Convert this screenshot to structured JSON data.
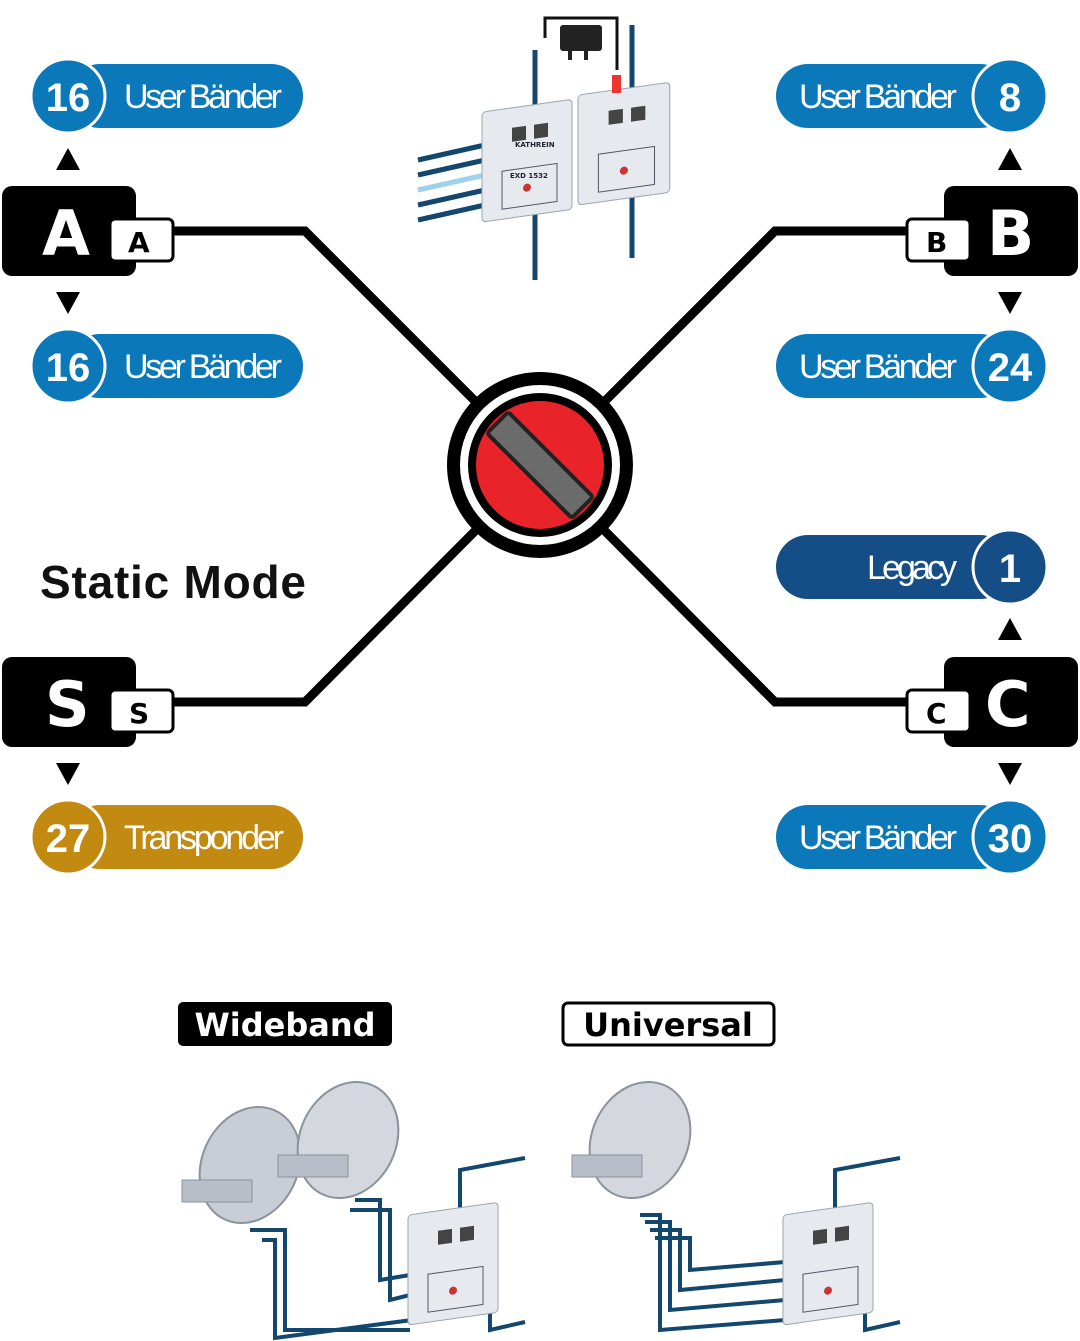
{
  "colors": {
    "blue": "#0b79b9",
    "dark_blue": "#154e87",
    "gold": "#c38a12",
    "red": "#e8242a"
  },
  "outputs": {
    "A": {
      "letter": "A",
      "small_letter": "A",
      "top": {
        "count": "16",
        "label": "User Bänder"
      },
      "bottom": {
        "count": "16",
        "label": "User Bänder"
      }
    },
    "B": {
      "letter": "B",
      "small_letter": "B",
      "top": {
        "count": "8",
        "label": "User Bänder"
      },
      "bottom": {
        "count": "24",
        "label": "User Bänder"
      }
    },
    "C": {
      "letter": "C",
      "small_letter": "C",
      "top": {
        "count": "1",
        "label": "Legacy"
      },
      "bottom": {
        "count": "30",
        "label": "User Bänder"
      }
    },
    "S": {
      "letter": "S",
      "small_letter": "S",
      "bottom": {
        "count": "27",
        "label": "Transponder"
      }
    }
  },
  "mode_label": "Static Mode",
  "lnb_types": {
    "wideband": "Wideband",
    "universal": "Universal"
  },
  "device": {
    "brand": "KATHREIN",
    "model": "EXD 1532"
  }
}
